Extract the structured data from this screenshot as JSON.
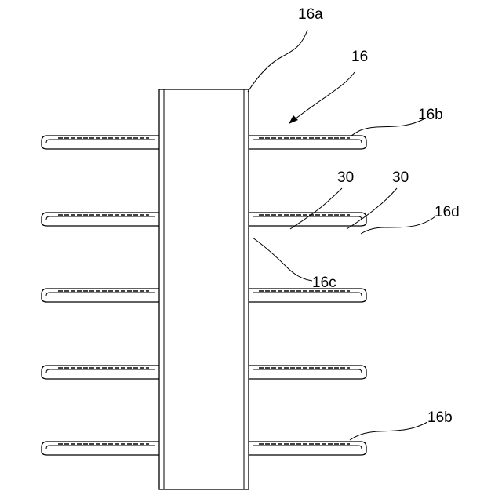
{
  "diagram": {
    "labels": {
      "l16a": "16a",
      "l16": "16",
      "l16b_top": "16b",
      "l30_left": "30",
      "l30_right": "30",
      "l16d": "16d",
      "l16c": "16c",
      "l16b_bottom": "16b"
    },
    "fin_rows": 5
  }
}
